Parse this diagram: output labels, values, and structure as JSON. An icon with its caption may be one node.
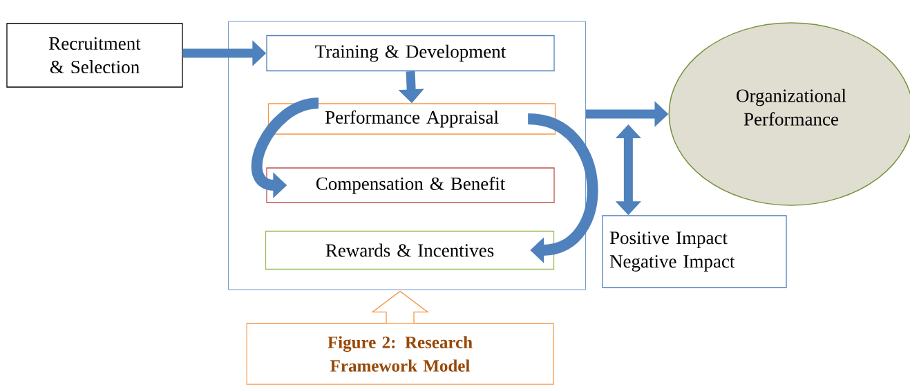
{
  "diagram": {
    "nodes": [
      {
        "text": [
          "Recruitment & Selection"
        ]
      },
      {
        "text": [],
        "shape": "box"
      },
      {
        "text": [
          "Training & Development"
        ],
        "in": 1
      },
      {
        "text": [
          "Performance Appraisal"
        ],
        "in": 1
      },
      {
        "text": [
          "Compensation & Benefit"
        ],
        "in": 1
      },
      {
        "text": [
          "Rewards & Incentives"
        ],
        "in": 1
      },
      {
        "text": [
          "Organizational Performance"
        ]
      },
      {
        "text": [
          "Positive Impact",
          "Negative Impact"
        ]
      },
      {
        "text": [
          "Figure 2: Research Framework Model"
        ]
      }
    ],
    "edges": [
      {
        "from": 0,
        "to": 2,
        "arrow": "to"
      },
      {
        "from": 2,
        "to": 3,
        "arrow": "to"
      },
      {
        "from": 3,
        "to": 4,
        "arrow": "to"
      },
      {
        "from": 3,
        "to": 5,
        "arrow": "to"
      },
      {
        "from": 1,
        "to": 6,
        "arrow": "to"
      },
      {
        "from": 7,
        "to": null,
        "arrow": "both"
      },
      {
        "from": 8,
        "to": 1,
        "arrow": "to",
        "color": "#f79646"
      }
    ]
  }
}
